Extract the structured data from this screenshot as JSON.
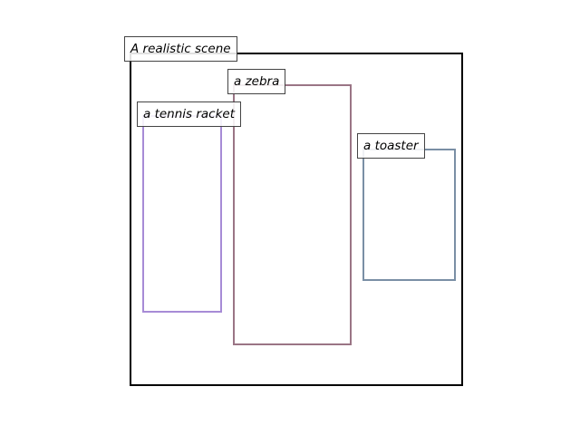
{
  "scene": {
    "label": "A realistic scene",
    "border_color": "#000000"
  },
  "objects": [
    {
      "label": "a tennis racket",
      "color": "#a78bd6"
    },
    {
      "label": "a zebra",
      "color": "#9a7585"
    },
    {
      "label": "a toaster",
      "color": "#7a8fa5"
    }
  ]
}
